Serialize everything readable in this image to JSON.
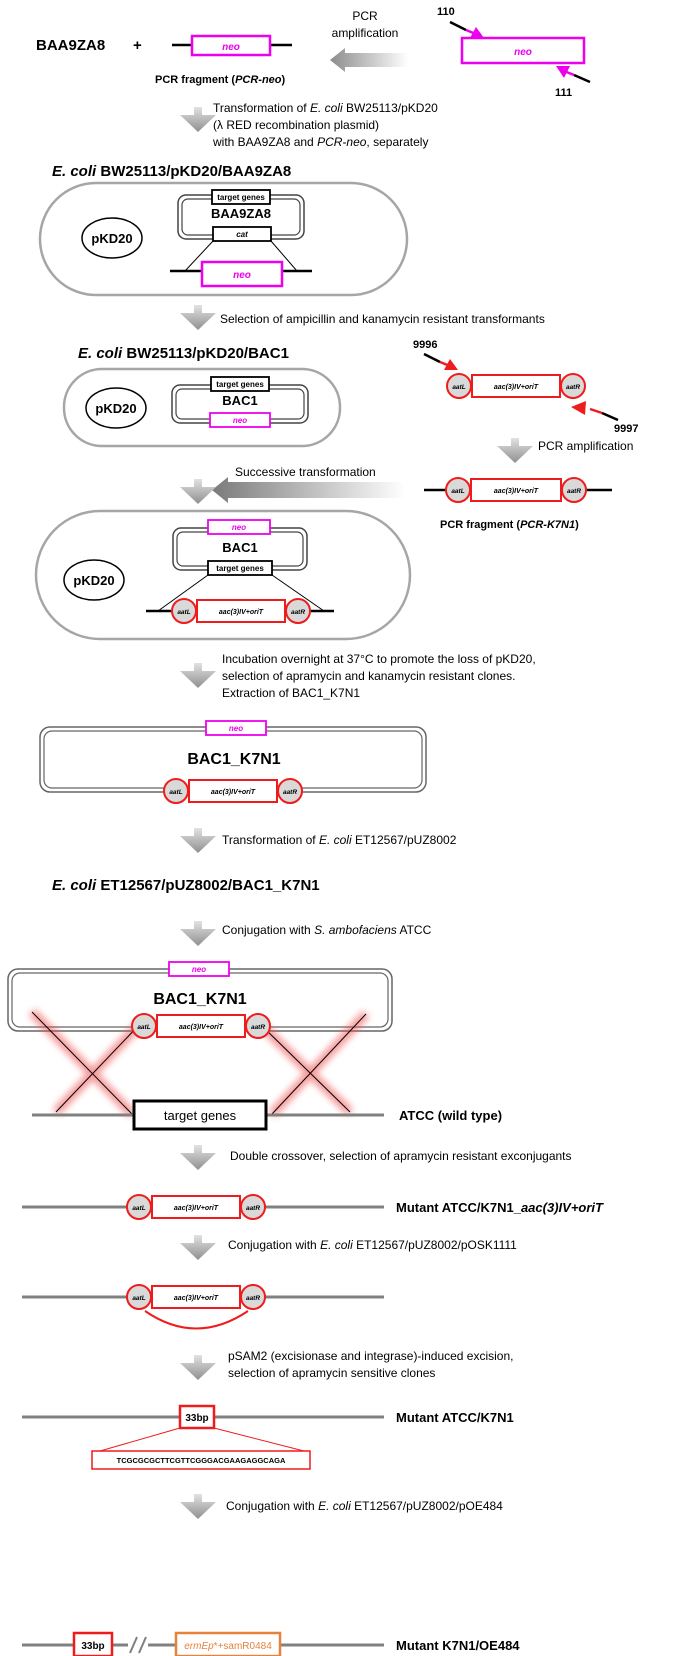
{
  "top": {
    "baa": "BAA9ZA8",
    "plus": "+",
    "neo": "neo",
    "pcr_amp_1": "PCR",
    "pcr_amp_2": "amplification",
    "primer_110": "110",
    "primer_111": "111",
    "pcr_fragment_prefix": "PCR fragment (",
    "pcr_fragment_italic": "PCR-neo",
    "pcr_fragment_suffix": ")"
  },
  "step1": {
    "line1_a": "Transformation of ",
    "line1_b": "E. coli",
    "line1_c": " BW25113/pKD20",
    "line2": "(λ RED recombination plasmid)",
    "line3_a": "with BAA9ZA8 and ",
    "line3_b": "PCR-neo",
    "line3_c": ", separately"
  },
  "cell1": {
    "title_a": "E. coli",
    "title_b": " BW25113/pKD20/BAA9ZA8",
    "pkd20": "pKD20",
    "target_genes": "target genes",
    "baa": "BAA9ZA8",
    "cat": "cat",
    "neo": "neo"
  },
  "step2": {
    "text": "Selection of ampicillin and kanamycin resistant transformants"
  },
  "cell2": {
    "title_a": "E. coli",
    "title_b": " BW25113/pKD20/BAC1",
    "pkd20": "pKD20",
    "target_genes": "target genes",
    "bac1": "BAC1",
    "neo": "neo"
  },
  "k7n1": {
    "primer_9996": "9996",
    "primer_9997": "9997",
    "attl": "aatL",
    "attr": "aatR",
    "cassette": "aac(3)IV+oriT",
    "pcr_amp": "PCR amplification",
    "frag_prefix": "PCR fragment (",
    "frag_italic": "PCR-K7N1",
    "frag_suffix": ")"
  },
  "step3": {
    "text": "Successive transformation"
  },
  "cell3": {
    "neo": "neo",
    "bac1": "BAC1",
    "target_genes": "target genes",
    "pkd20": "pKD20"
  },
  "step4": {
    "line1": "Incubation overnight at 37°C to promote the loss of pKD20,",
    "line2": "selection of apramycin and kanamycin resistant clones.",
    "line3": "Extraction of BAC1_K7N1"
  },
  "bac1k7n1": {
    "neo": "neo",
    "label": "BAC1_K7N1"
  },
  "step5": {
    "line_a": "Transformation of ",
    "line_b": "E. coli",
    "line_c": " ET12567/pUZ8002"
  },
  "strain_title": {
    "a": "E. coli",
    "b": " ET12567/pUZ8002/BAC1_K7N1"
  },
  "step6": {
    "line_a": "Conjugation with ",
    "line_b": "S. ambofaciens",
    "line_c": " ATCC"
  },
  "crossover": {
    "neo": "neo",
    "label": "BAC1_K7N1",
    "target_genes": "target genes",
    "wild_type": "ATCC (wild type)"
  },
  "step7": {
    "text": "Double crossover, selection of apramycin resistant exconjugants"
  },
  "mutant1": {
    "label_a": "Mutant  ATCC/K7N1_",
    "label_b": "aac(3)IV+oriT"
  },
  "step8": {
    "line_a": "Conjugation with ",
    "line_b": "E. coli",
    "line_c": " ET12567/pUZ8002/pOSK1111"
  },
  "step9": {
    "line1": "pSAM2 (excisionase and integrase)-induced excision,",
    "line2": "selection of apramycin sensitive clones"
  },
  "mutant2": {
    "scar": "33bp",
    "label": "Mutant  ATCC/K7N1",
    "sequence": "TCGCGCGCTTCGTTCGGGACGAAGAGGCAGA"
  },
  "step10": {
    "line_a": "Conjugation with ",
    "line_b": "E. coli",
    "line_c": " ET12567/pUZ8002/pOE484"
  },
  "mutant3": {
    "scar": "33bp",
    "gene_a": "ermEp",
    "gene_b": "*+samR0484",
    "label": "Mutant  K7N1/OE484"
  },
  "colors": {
    "magenta": "#ee00ee",
    "red": "#ee1c1c",
    "arrow_gray": "#b0b0b0",
    "orange": "#e8823a",
    "cell_outline": "#a6a6a6",
    "att_fill": "#d9d9d9"
  }
}
